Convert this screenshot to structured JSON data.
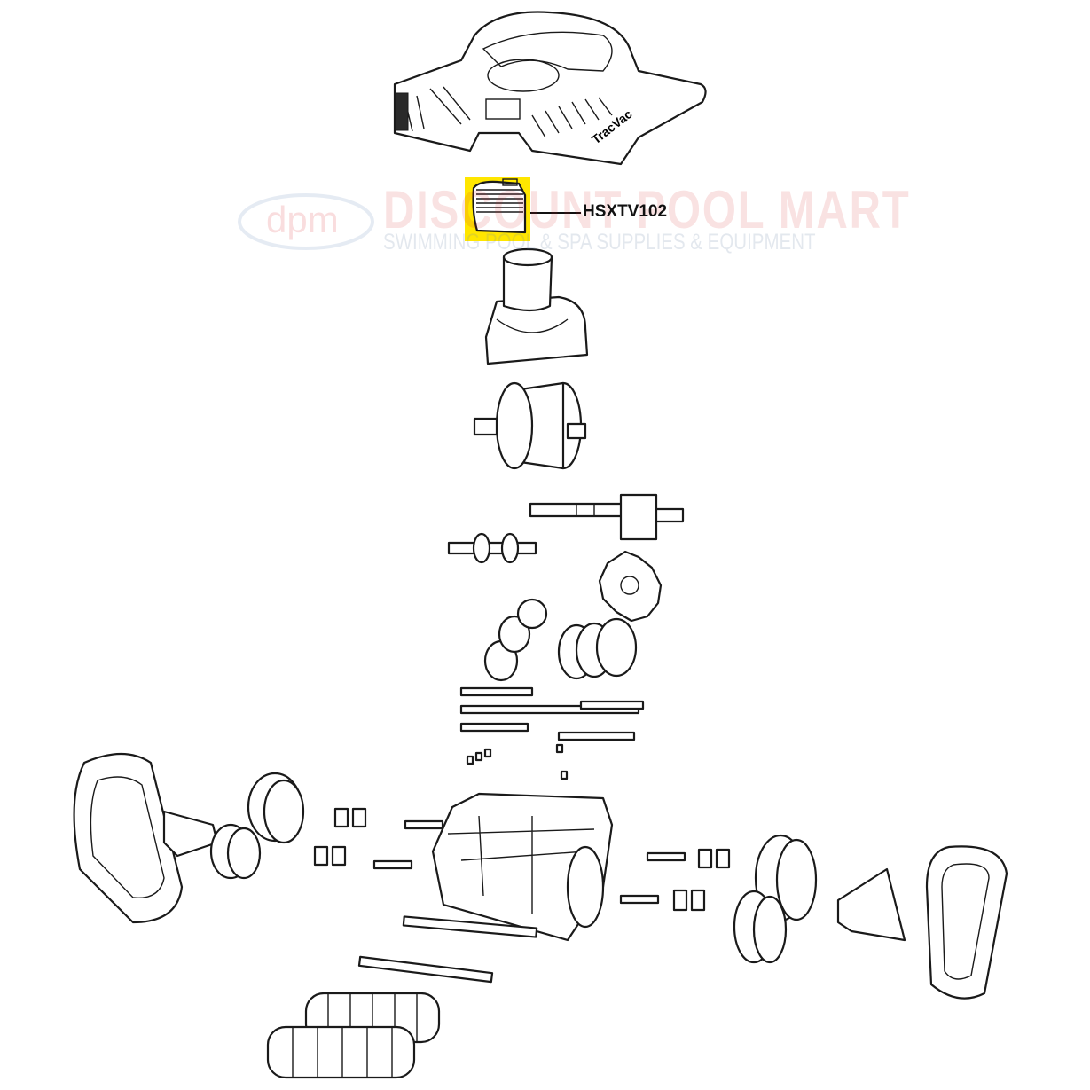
{
  "diagram": {
    "callout": {
      "part_number": "HSXTV102",
      "highlight_color": "#ffe600"
    },
    "cover_brand": "TracVac",
    "watermark": {
      "logo": "dpm",
      "title": "DISCOUNT POOL MART",
      "subtitle": "SWIMMING POOL & SPA SUPPLIES & EQUIPMENT"
    }
  }
}
